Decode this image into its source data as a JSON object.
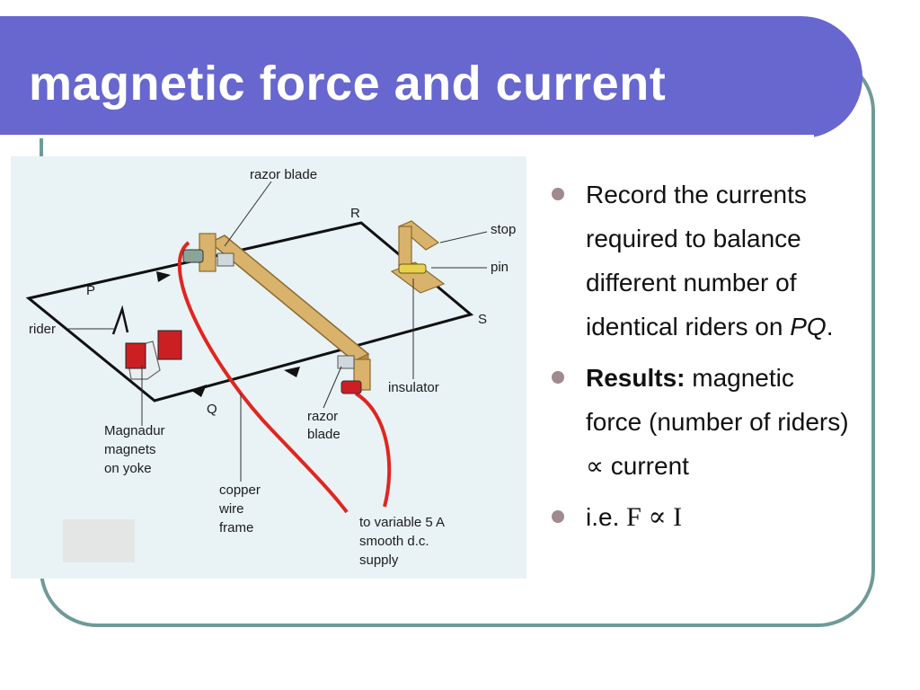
{
  "slide": {
    "title": "magnetic force and current"
  },
  "diagram": {
    "labels": {
      "razor_blade_top": "razor blade",
      "R": "R",
      "stop": "stop",
      "pin": "pin",
      "P": "P",
      "S": "S",
      "rider": "rider",
      "insulator": "insulator",
      "Q": "Q",
      "razor_blade_bottom_1": "razor",
      "razor_blade_bottom_2": "blade",
      "magnets_1": "Magnadur",
      "magnets_2": "magnets",
      "magnets_3": "on yoke",
      "frame_1": "copper",
      "frame_2": "wire",
      "frame_3": "frame",
      "supply_1": "to variable 5 A",
      "supply_2": "smooth d.c.",
      "supply_3": "supply"
    },
    "colors": {
      "wire": "#e0261f",
      "balance_arm": "#d9b26b",
      "magnet": "#cc1f24",
      "frame": "#111111"
    }
  },
  "bullets": [
    {
      "text": "Record the currents required to balance different number of identical riders on ",
      "italic": "PQ",
      "tail": "."
    },
    {
      "bold": "Results:",
      "text": " magnetic force (number of riders) ∝ current"
    },
    {
      "text": "i.e. ",
      "formula": "F ∝ I"
    }
  ]
}
